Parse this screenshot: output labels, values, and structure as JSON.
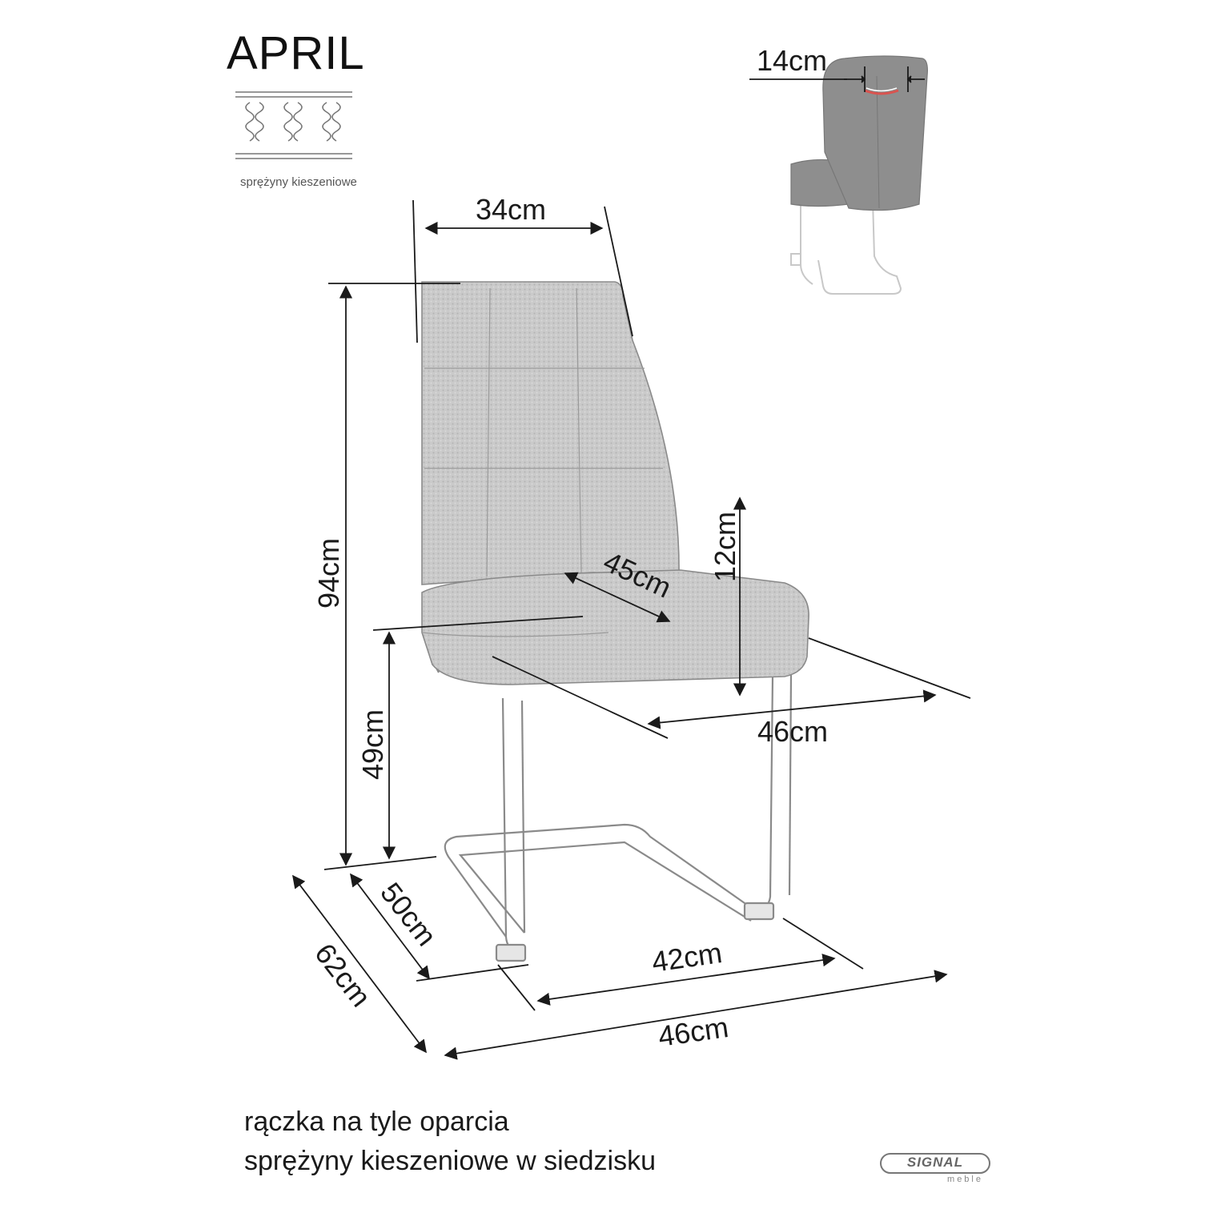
{
  "title": "APRIL",
  "spring_icon": {
    "name": "pocket-springs-icon",
    "label": "sprężyny kieszeniowe"
  },
  "dimensions": {
    "backrest_width": "34cm",
    "total_height": "94cm",
    "seat_height": "49cm",
    "seat_depth": "45cm",
    "seat_thickness": "12cm",
    "seat_width": "46cm",
    "base_depth": "50cm",
    "total_depth": "62cm",
    "base_width": "42cm",
    "total_width": "46cm",
    "handle_width": "14cm"
  },
  "notes": [
    "rączka na tyle oparcia",
    "sprężyny kieszeniowe w siedzisku"
  ],
  "logo": {
    "brand": "SIGNAL",
    "sub": "meble"
  },
  "colors": {
    "line": "#1a1a1a",
    "fabric": "#c8c8c8",
    "handle": "#d9534f"
  }
}
